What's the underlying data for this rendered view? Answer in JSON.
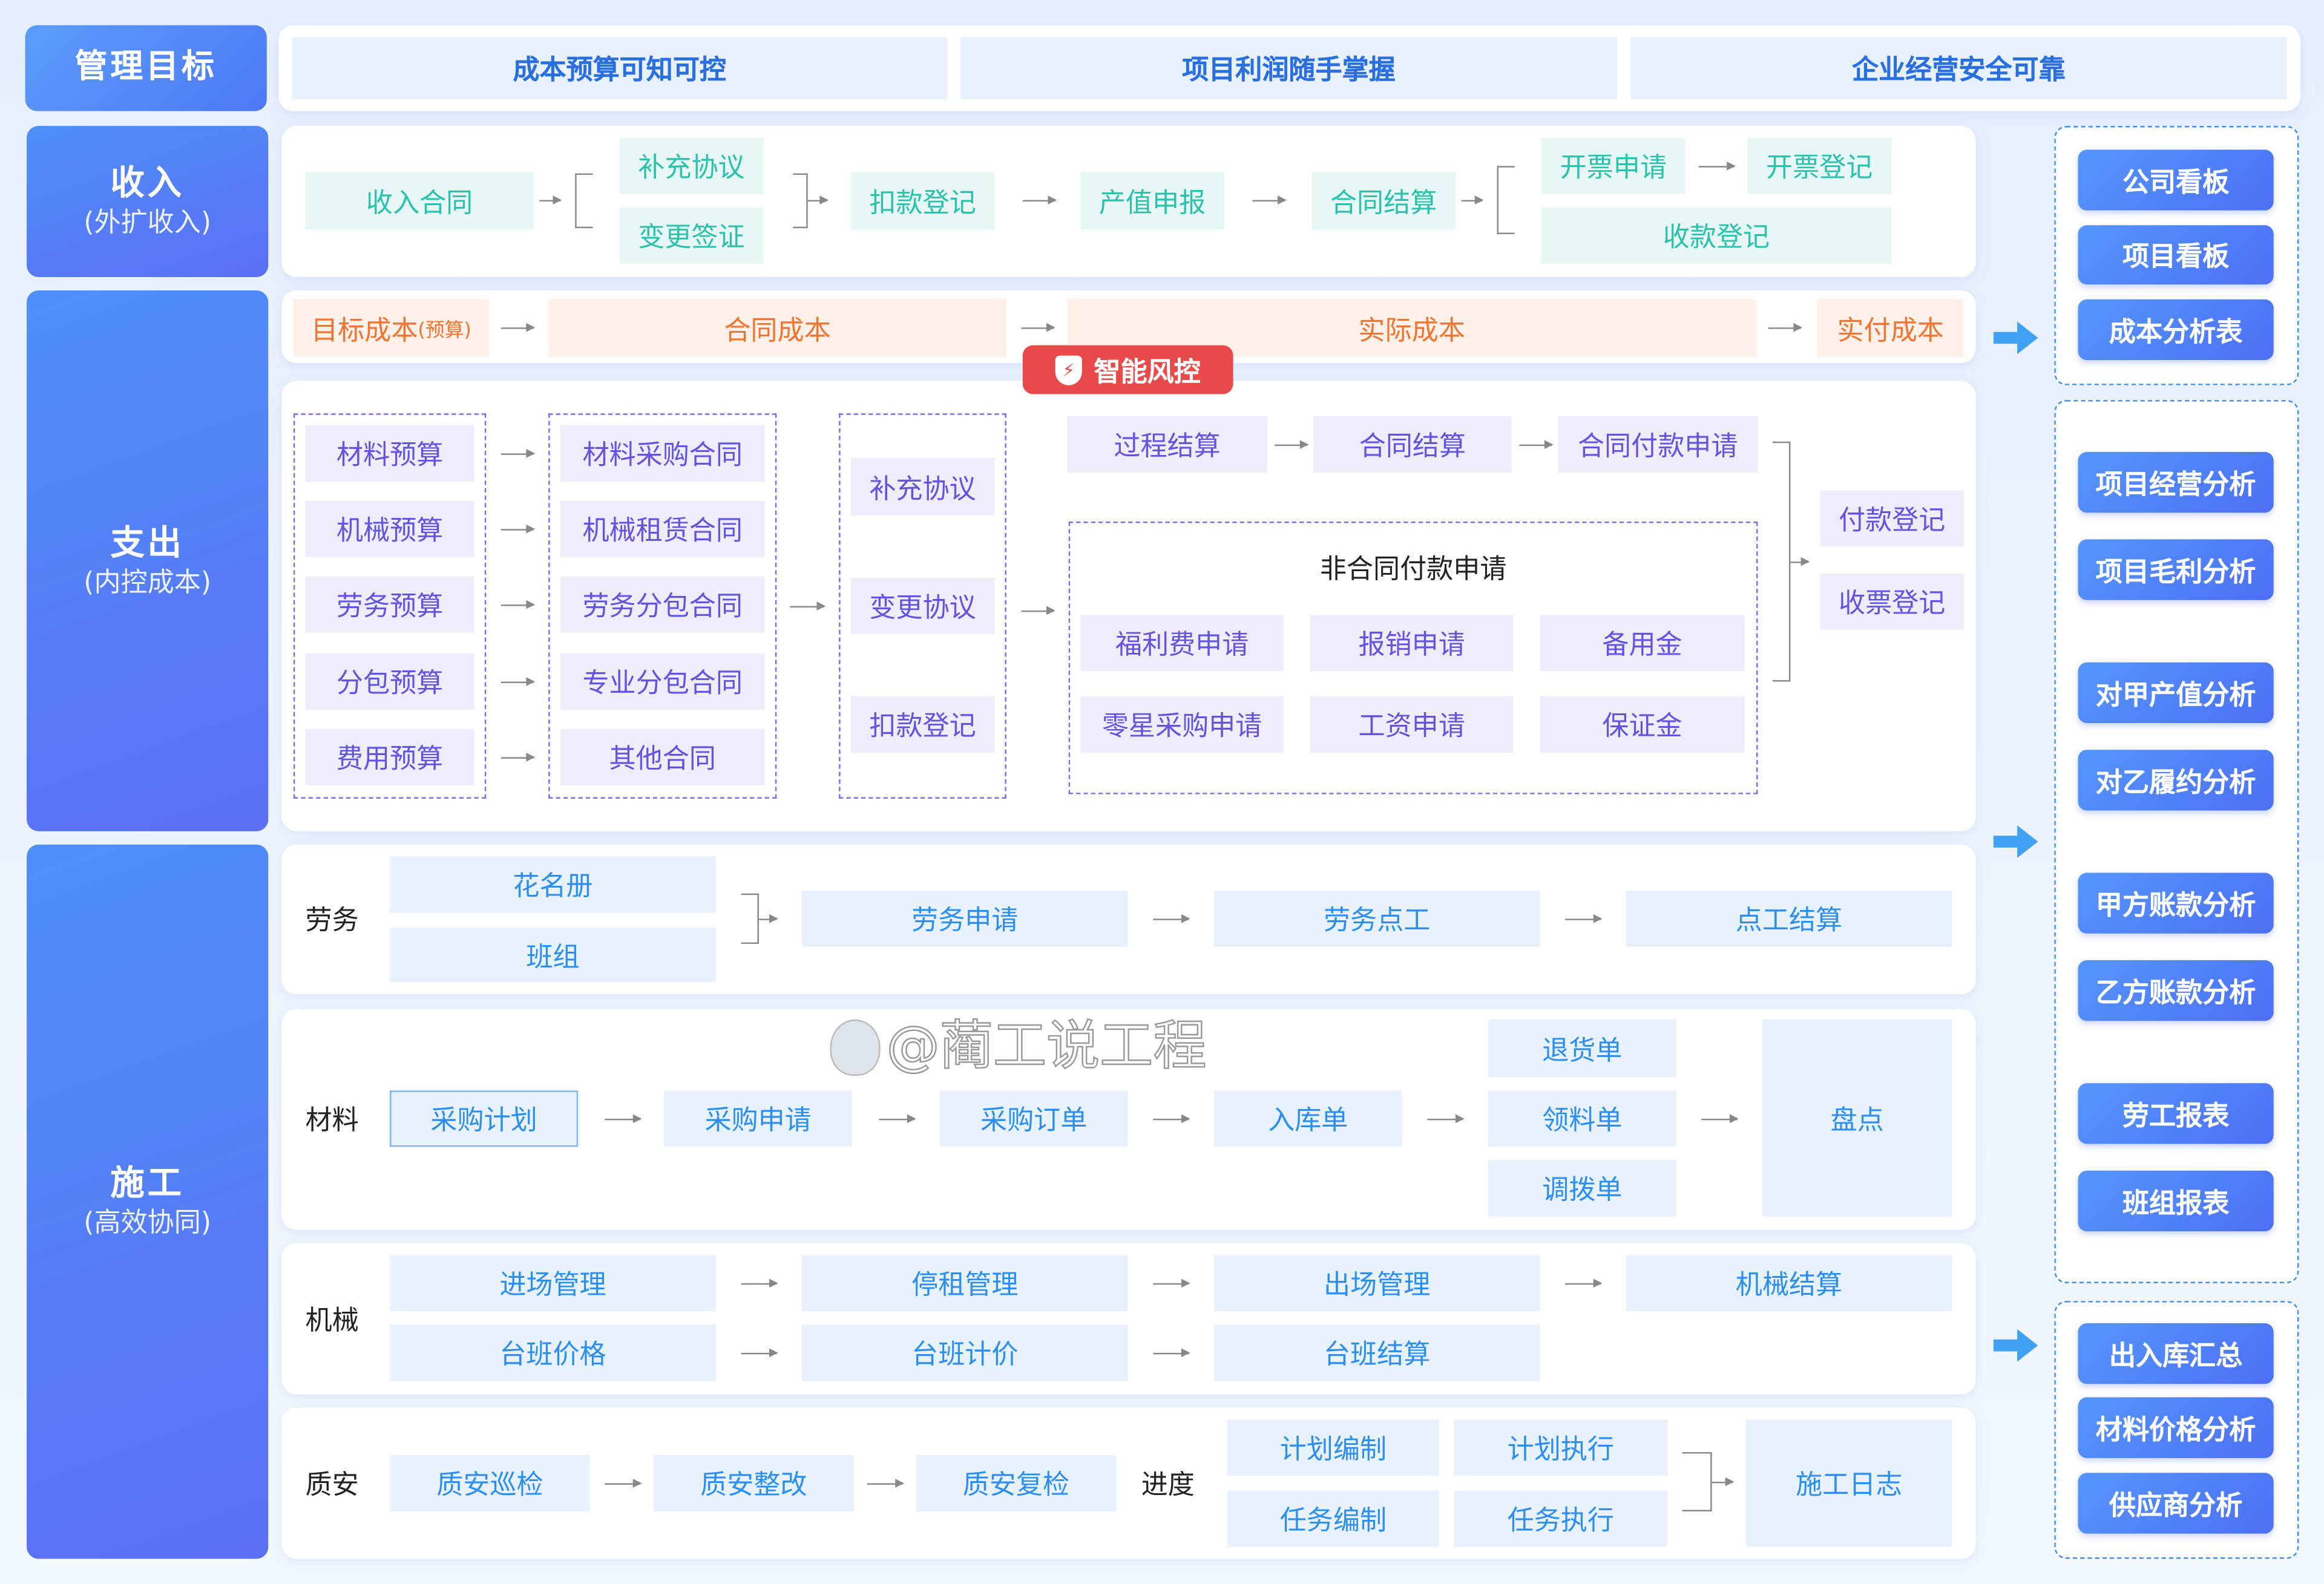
{
  "header": {
    "title": "管理目标",
    "goals": [
      "成本预算可知可控",
      "项目利润随手掌握",
      "企业经营安全可靠"
    ]
  },
  "sections": {
    "income": {
      "title": "收入",
      "sub": "(外扩收入)"
    },
    "expense": {
      "title": "支出",
      "sub": "(内控成本)"
    },
    "construction": {
      "title": "施工",
      "sub": "(高效协同)"
    }
  },
  "income": {
    "contract": "收入合同",
    "supplement": "补充协议",
    "change": "变更签证",
    "deduction": "扣款登记",
    "output": "产值申报",
    "settlement": "合同结算",
    "invoice_apply": "开票申请",
    "invoice_register": "开票登记",
    "receipt": "收款登记"
  },
  "cost_flow": {
    "target": "目标成本",
    "target_note": "(预算)",
    "contract": "合同成本",
    "actual": "实际成本",
    "paid": "实付成本",
    "risk_badge": "智能风控"
  },
  "expense": {
    "budgets": [
      "材料预算",
      "机械预算",
      "劳务预算",
      "分包预算",
      "费用预算"
    ],
    "contracts": [
      "材料采购合同",
      "机械租赁合同",
      "劳务分包合同",
      "专业分包合同",
      "其他合同"
    ],
    "agreements": [
      "补充协议",
      "变更协议",
      "扣款登记"
    ],
    "process": [
      "过程结算",
      "合同结算",
      "合同付款申请"
    ],
    "noncontract_title": "非合同付款申请",
    "noncontract": [
      "福利费申请",
      "报销申请",
      "备用金",
      "零星采购申请",
      "工资申请",
      "保证金"
    ],
    "final": [
      "付款登记",
      "收票登记"
    ]
  },
  "labor": {
    "label": "劳务",
    "roster": "花名册",
    "team": "班组",
    "apply": "劳务申请",
    "point": "劳务点工",
    "settle": "点工结算"
  },
  "material": {
    "label": "材料",
    "steps": [
      "采购计划",
      "采购申请",
      "采购订单",
      "入库单"
    ],
    "outs": [
      "退货单",
      "领料单",
      "调拨单"
    ],
    "inventory": "盘点"
  },
  "machine": {
    "label": "机械",
    "row1": [
      "进场管理",
      "停租管理",
      "出场管理",
      "机械结算"
    ],
    "row2": [
      "台班价格",
      "台班计价",
      "台班结算"
    ]
  },
  "quality": {
    "label": "质安",
    "steps": [
      "质安巡检",
      "质安整改",
      "质安复检"
    ],
    "progress_label": "进度",
    "plan": [
      "计划编制",
      "计划执行",
      "任务编制",
      "任务执行"
    ],
    "log": "施工日志"
  },
  "reports": {
    "group1": [
      "公司看板",
      "项目看板",
      "成本分析表"
    ],
    "group2": [
      "项目经营分析",
      "项目毛利分析",
      "对甲产值分析",
      "对乙履约分析",
      "甲方账款分析",
      "乙方账款分析",
      "劳工报表",
      "班组报表"
    ],
    "group3": [
      "出入库汇总",
      "材料价格分析",
      "供应商分析"
    ]
  },
  "watermark": "@蔺工说工程",
  "colors": {
    "accent": "#4f7ff7",
    "income": "#2cc1ad",
    "expense": "#f3742f",
    "internal": "#6453e0",
    "construction": "#2b8ef0",
    "risk": "#e84a4a"
  }
}
